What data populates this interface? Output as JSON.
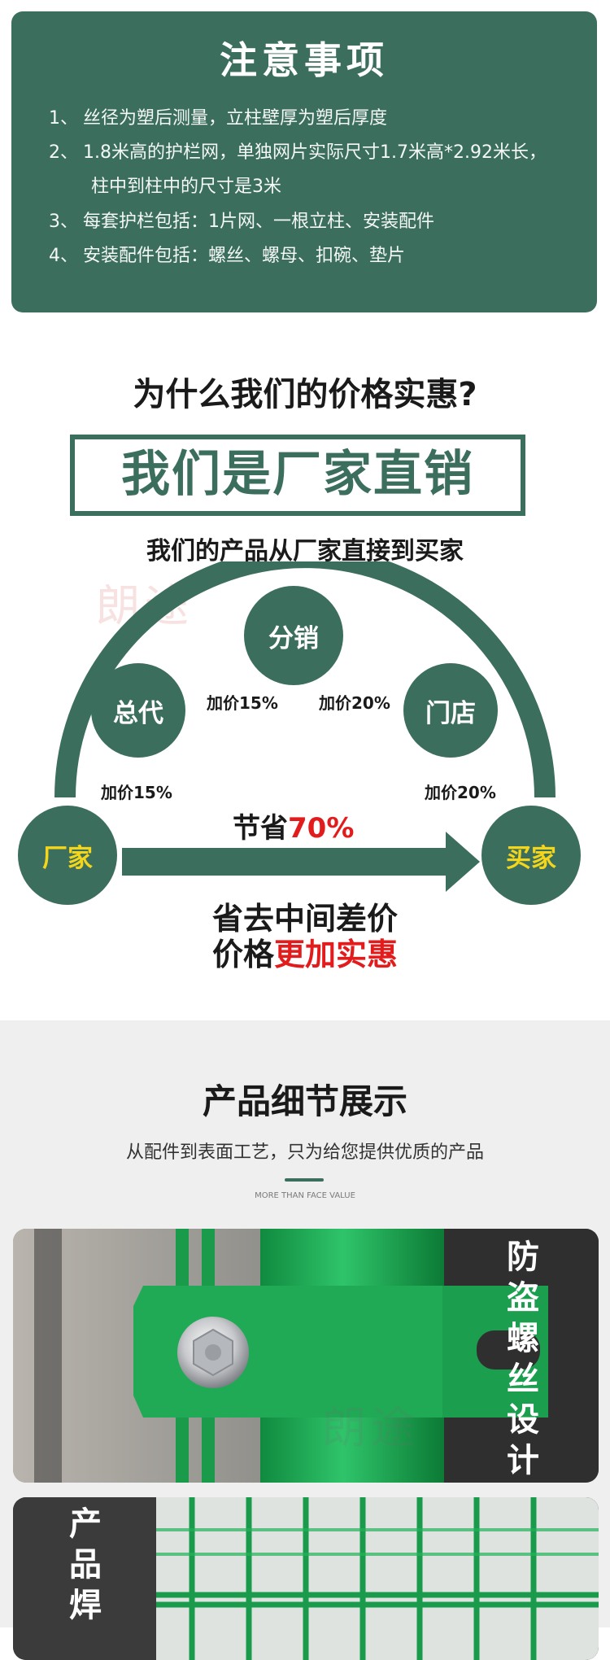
{
  "notice": {
    "title": "注意事项",
    "items": [
      {
        "num": "1、",
        "text": "丝径为塑后测量，立柱壁厚为塑后厚度"
      },
      {
        "num": "2、",
        "text": "1.8米高的护栏网，单独网片实际尺寸1.7米高*2.92米长，",
        "continuation": "柱中到柱中的尺寸是3米"
      },
      {
        "num": "3、",
        "text": "每套护栏包括：1片网、一根立柱、安装配件"
      },
      {
        "num": "4、",
        "text": "安装配件包括：螺丝、螺母、扣碗、垫片"
      }
    ]
  },
  "why": {
    "title": "为什么我们的价格实惠?",
    "banner": "我们是厂家直销",
    "subtitle": "我们的产品从厂家直接到买家"
  },
  "flow": {
    "factory": "厂家",
    "agent": "总代",
    "distributor": "分销",
    "store": "门店",
    "buyer": "买家",
    "markups": {
      "factory_to_agent": "加价15%",
      "agent_to_distributor": "加价15%",
      "distributor_to_store": "加价20%",
      "store_to_buyer": "加价20%"
    },
    "save_prefix": "节省",
    "save_value": "70%",
    "diff_line1": "省去中间差价",
    "diff_line2_prefix": "价格",
    "diff_line2_highlight": "更加实惠"
  },
  "watermark": "朗途",
  "details": {
    "title": "产品细节展示",
    "subtitle": "从配件到表面工艺，只为给您提供优质的产品",
    "en": "MORE THAN FACE VALUE",
    "feature1": [
      "防",
      "盗",
      "螺",
      "丝",
      "设",
      "计"
    ],
    "feature2": [
      "产",
      "品",
      "焊"
    ]
  },
  "colors": {
    "brand_green": "#3c6e5e",
    "accent_red": "#e21c1c",
    "accent_yellow": "#f3d51b",
    "post_green": "#1fa651"
  }
}
